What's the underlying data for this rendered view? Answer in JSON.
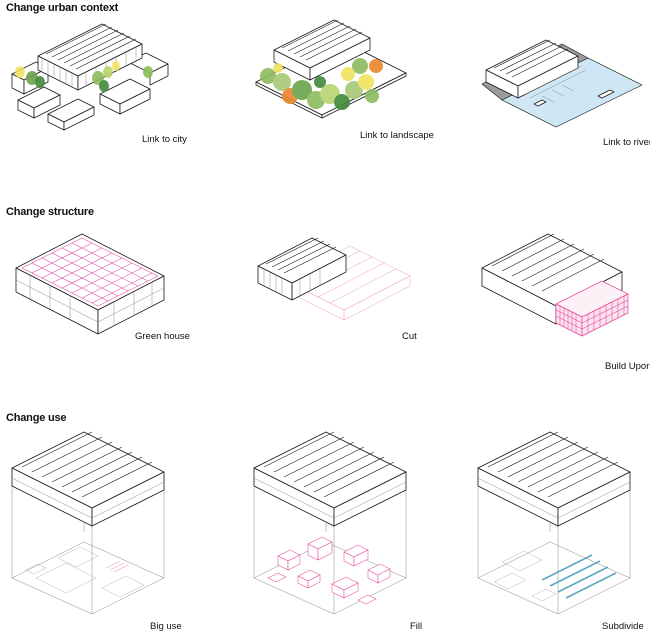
{
  "sections": [
    {
      "title": "Change urban context",
      "panels": [
        {
          "caption": "Link to city",
          "accent": "#7fb55a"
        },
        {
          "caption": "Link to landscape",
          "accent": "#9fc36a"
        },
        {
          "caption": "Link to river",
          "accent": "#cfe7f5"
        }
      ]
    },
    {
      "title": "Change structure",
      "panels": [
        {
          "caption": "Green house",
          "accent": "#e44a9a"
        },
        {
          "caption": "Cut",
          "accent": "#f2a9cf"
        },
        {
          "caption": "Build Upon",
          "accent": "#e44a9a"
        }
      ]
    },
    {
      "title": "Change use",
      "panels": [
        {
          "caption": "Big use",
          "accent": "#bbbbbb"
        },
        {
          "caption": "Fill",
          "accent": "#e44a9a"
        },
        {
          "caption": "Subdivide",
          "accent": "#5aa7c2"
        }
      ]
    }
  ],
  "colors": {
    "line": "#1a1a1a",
    "pink": "#e44a9a",
    "tree_green": "#8dbb5e",
    "tree_orange": "#e8872c",
    "water": "#cfe7f5",
    "blue_stripe": "#5aa7c2"
  }
}
